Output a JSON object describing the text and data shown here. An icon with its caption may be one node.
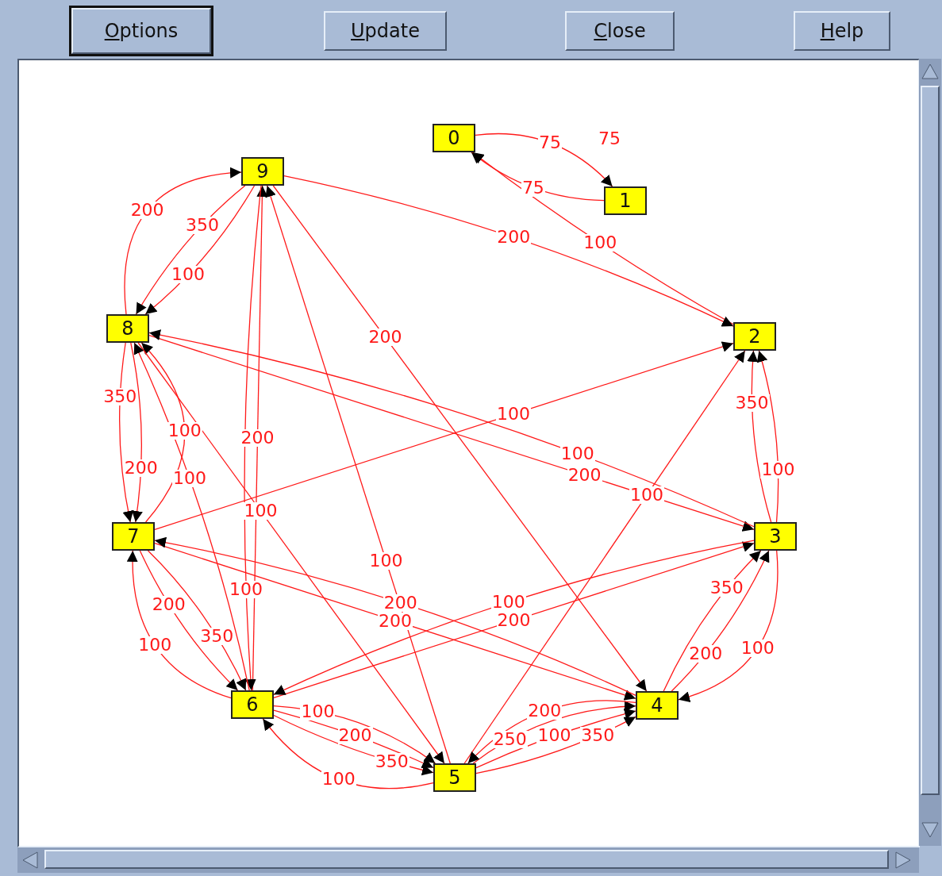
{
  "diagram": {
    "nodes": [
      {
        "text": [
          "0"
        ]
      },
      {
        "text": [
          "1"
        ]
      },
      {
        "text": [
          "2"
        ]
      },
      {
        "text": [
          "3"
        ]
      },
      {
        "text": [
          "4"
        ]
      },
      {
        "text": [
          "5"
        ]
      },
      {
        "text": [
          "6"
        ]
      },
      {
        "text": [
          "7"
        ]
      },
      {
        "text": [
          "8"
        ]
      },
      {
        "text": [
          "9"
        ]
      }
    ],
    "edges": [
      {
        "from": 0,
        "to": 1,
        "arrow": "to",
        "label": "75"
      },
      {
        "from": 1,
        "to": 0,
        "arrow": "to",
        "label": "75"
      },
      {
        "from": 2,
        "to": 0,
        "arrow": "to",
        "label": "100"
      },
      {
        "from": 8,
        "to": 9,
        "arrow": "to",
        "label": "200"
      },
      {
        "from": 9,
        "to": 8,
        "arrow": "to",
        "label": "350"
      },
      {
        "from": 9,
        "to": 8,
        "arrow": "to",
        "label": "100"
      },
      {
        "from": 6,
        "to": 9,
        "arrow": "to",
        "label": "200"
      },
      {
        "from": 9,
        "to": 6,
        "arrow": "to",
        "label": "100"
      },
      {
        "from": 9,
        "to": 4,
        "arrow": "to",
        "label": "200"
      },
      {
        "from": 5,
        "to": 9,
        "arrow": "to",
        "label": "100"
      },
      {
        "from": 9,
        "to": 2,
        "arrow": "to",
        "label": "200"
      },
      {
        "from": 7,
        "to": 8,
        "arrow": "to",
        "label": "100"
      },
      {
        "from": 8,
        "to": 7,
        "arrow": "to",
        "label": "350"
      },
      {
        "from": 8,
        "to": 7,
        "arrow": "to",
        "label": "200"
      },
      {
        "from": 8,
        "to": 5,
        "arrow": "to",
        "label": "100"
      },
      {
        "from": 6,
        "to": 8,
        "arrow": "to",
        "label": "100"
      },
      {
        "from": 8,
        "to": 3,
        "arrow": "to",
        "label": "200"
      },
      {
        "from": 3,
        "to": 8,
        "arrow": "to",
        "label": "100"
      },
      {
        "from": 7,
        "to": 2,
        "arrow": "to",
        "label": "100"
      },
      {
        "from": 7,
        "to": 6,
        "arrow": "to",
        "label": "200"
      },
      {
        "from": 6,
        "to": 7,
        "arrow": "to",
        "label": "100"
      },
      {
        "from": 7,
        "to": 6,
        "arrow": "to",
        "label": "350"
      },
      {
        "from": 7,
        "to": 4,
        "arrow": "to",
        "label": "200"
      },
      {
        "from": 4,
        "to": 7,
        "arrow": "to",
        "label": "200"
      },
      {
        "from": 6,
        "to": 3,
        "arrow": "to",
        "label": "200"
      },
      {
        "from": 3,
        "to": 6,
        "arrow": "to",
        "label": "100"
      },
      {
        "from": 4,
        "to": 3,
        "arrow": "to",
        "label": "200"
      },
      {
        "from": 4,
        "to": 3,
        "arrow": "to",
        "label": "350"
      },
      {
        "from": 3,
        "to": 4,
        "arrow": "to",
        "label": "100"
      },
      {
        "from": 5,
        "to": 2,
        "arrow": "to",
        "label": "100"
      },
      {
        "from": 6,
        "to": 5,
        "arrow": "to",
        "label": "100"
      },
      {
        "from": 6,
        "to": 5,
        "arrow": "to",
        "label": "200"
      },
      {
        "from": 6,
        "to": 5,
        "arrow": "to",
        "label": "350"
      },
      {
        "from": 5,
        "to": 6,
        "arrow": "to",
        "label": "100"
      },
      {
        "from": 5,
        "to": 4,
        "arrow": "to",
        "label": "250"
      },
      {
        "from": 5,
        "to": 4,
        "arrow": "to",
        "label": "100"
      },
      {
        "from": 5,
        "to": 4,
        "arrow": "to",
        "label": "350"
      },
      {
        "from": 4,
        "to": 5,
        "arrow": "to",
        "label": "200"
      },
      {
        "from": 3,
        "to": 2,
        "arrow": "to",
        "label": "100"
      },
      {
        "from": 3,
        "to": 2,
        "arrow": "to",
        "label": "350"
      }
    ],
    "labels": [
      "Options",
      "Update",
      "Close",
      "Help",
      "75"
    ]
  }
}
